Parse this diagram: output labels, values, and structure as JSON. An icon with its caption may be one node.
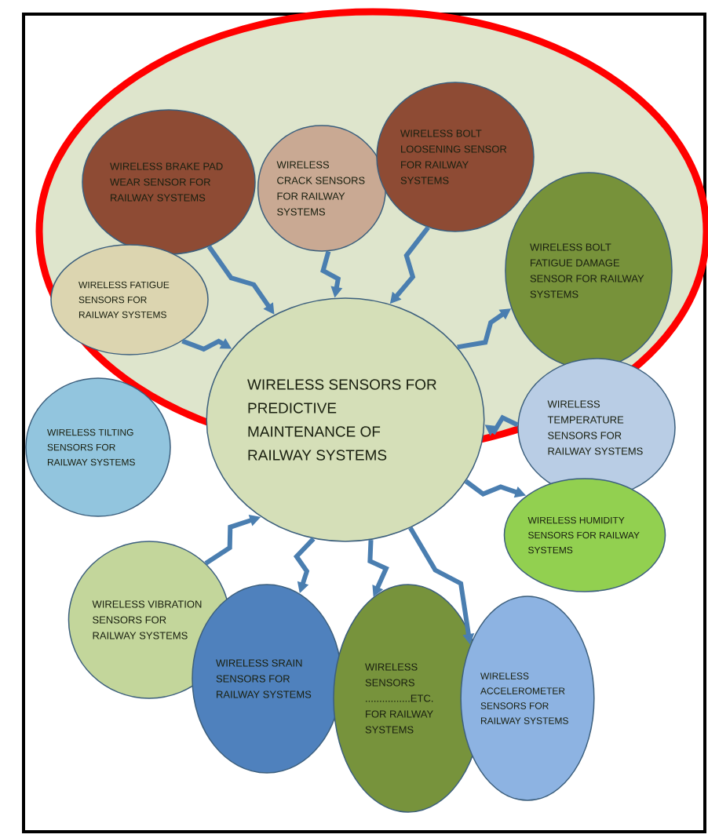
{
  "diagram": {
    "nodes": [
      {
        "text": [
          "WIRELESS BRAKE PAD WEAR SENSOR FOR RAILWAY SYSTEMS"
        ]
      },
      {
        "text": [
          "WIRELESS CRACK SENSORS FOR RAILWAY SYSTEMS"
        ]
      },
      {
        "text": [
          "WIRELESS BOLT LOOSENING SENSOR FOR RAILWAY SYSTEMS"
        ]
      },
      {
        "text": [
          "WIRELESS BOLT FATIGUE DAMAGE SENSOR FOR RAILWAY SYSTEMS"
        ]
      },
      {
        "text": [
          "WIRELESS FATIGUE SENSORS FOR RAILWAY SYSTEMS"
        ]
      },
      {
        "text": [
          "WIRELESS SENSORS FOR PREDICTIVE MAINTENANCE OF RAILWAY SYSTEMS"
        ]
      },
      {
        "text": [
          "WIRELESS TILTING SENSORS FOR RAILWAY SYSTEMS"
        ]
      },
      {
        "text": [
          "WIRELESS TEMPERATURE SENSORS FOR RAILWAY SYSTEMS"
        ]
      },
      {
        "text": [
          "WIRELESS HUMIDITY SENSORS FOR RAILWAY SYSTEMS"
        ]
      },
      {
        "text": [
          "WIRELESS  VIBRATION SENSORS FOR RAILWAY SYSTEMS"
        ]
      },
      {
        "text": [
          "WIRELESS SRAIN SENSORS FOR RAILWAY SYSTEMS"
        ]
      },
      {
        "text": [
          "WIRELESS SENSORS ................ETC. FOR RAILWAY SYSTEMS"
        ]
      },
      {
        "text": [
          "WIRELESS ACCELEROMETER SENSORS FOR RAILWAY SYSTEMS"
        ]
      }
    ],
    "edges": [
      {
        "from": 0,
        "to": 5,
        "arrow": "to"
      },
      {
        "from": 1,
        "to": 5,
        "arrow": "to"
      },
      {
        "from": 2,
        "to": 5,
        "arrow": "to"
      },
      {
        "from": 5,
        "to": 3,
        "arrow": "to"
      },
      {
        "from": 4,
        "to": 5,
        "arrow": "to"
      },
      {
        "from": 7,
        "to": 5,
        "arrow": "to"
      },
      {
        "from": 5,
        "to": 8,
        "arrow": "to"
      },
      {
        "from": 9,
        "to": 5,
        "arrow": "to"
      },
      {
        "from": 5,
        "to": 10,
        "arrow": "to"
      },
      {
        "from": 5,
        "to": 11,
        "arrow": "to"
      },
      {
        "from": 5,
        "to": 12,
        "arrow": "to"
      }
    ]
  }
}
